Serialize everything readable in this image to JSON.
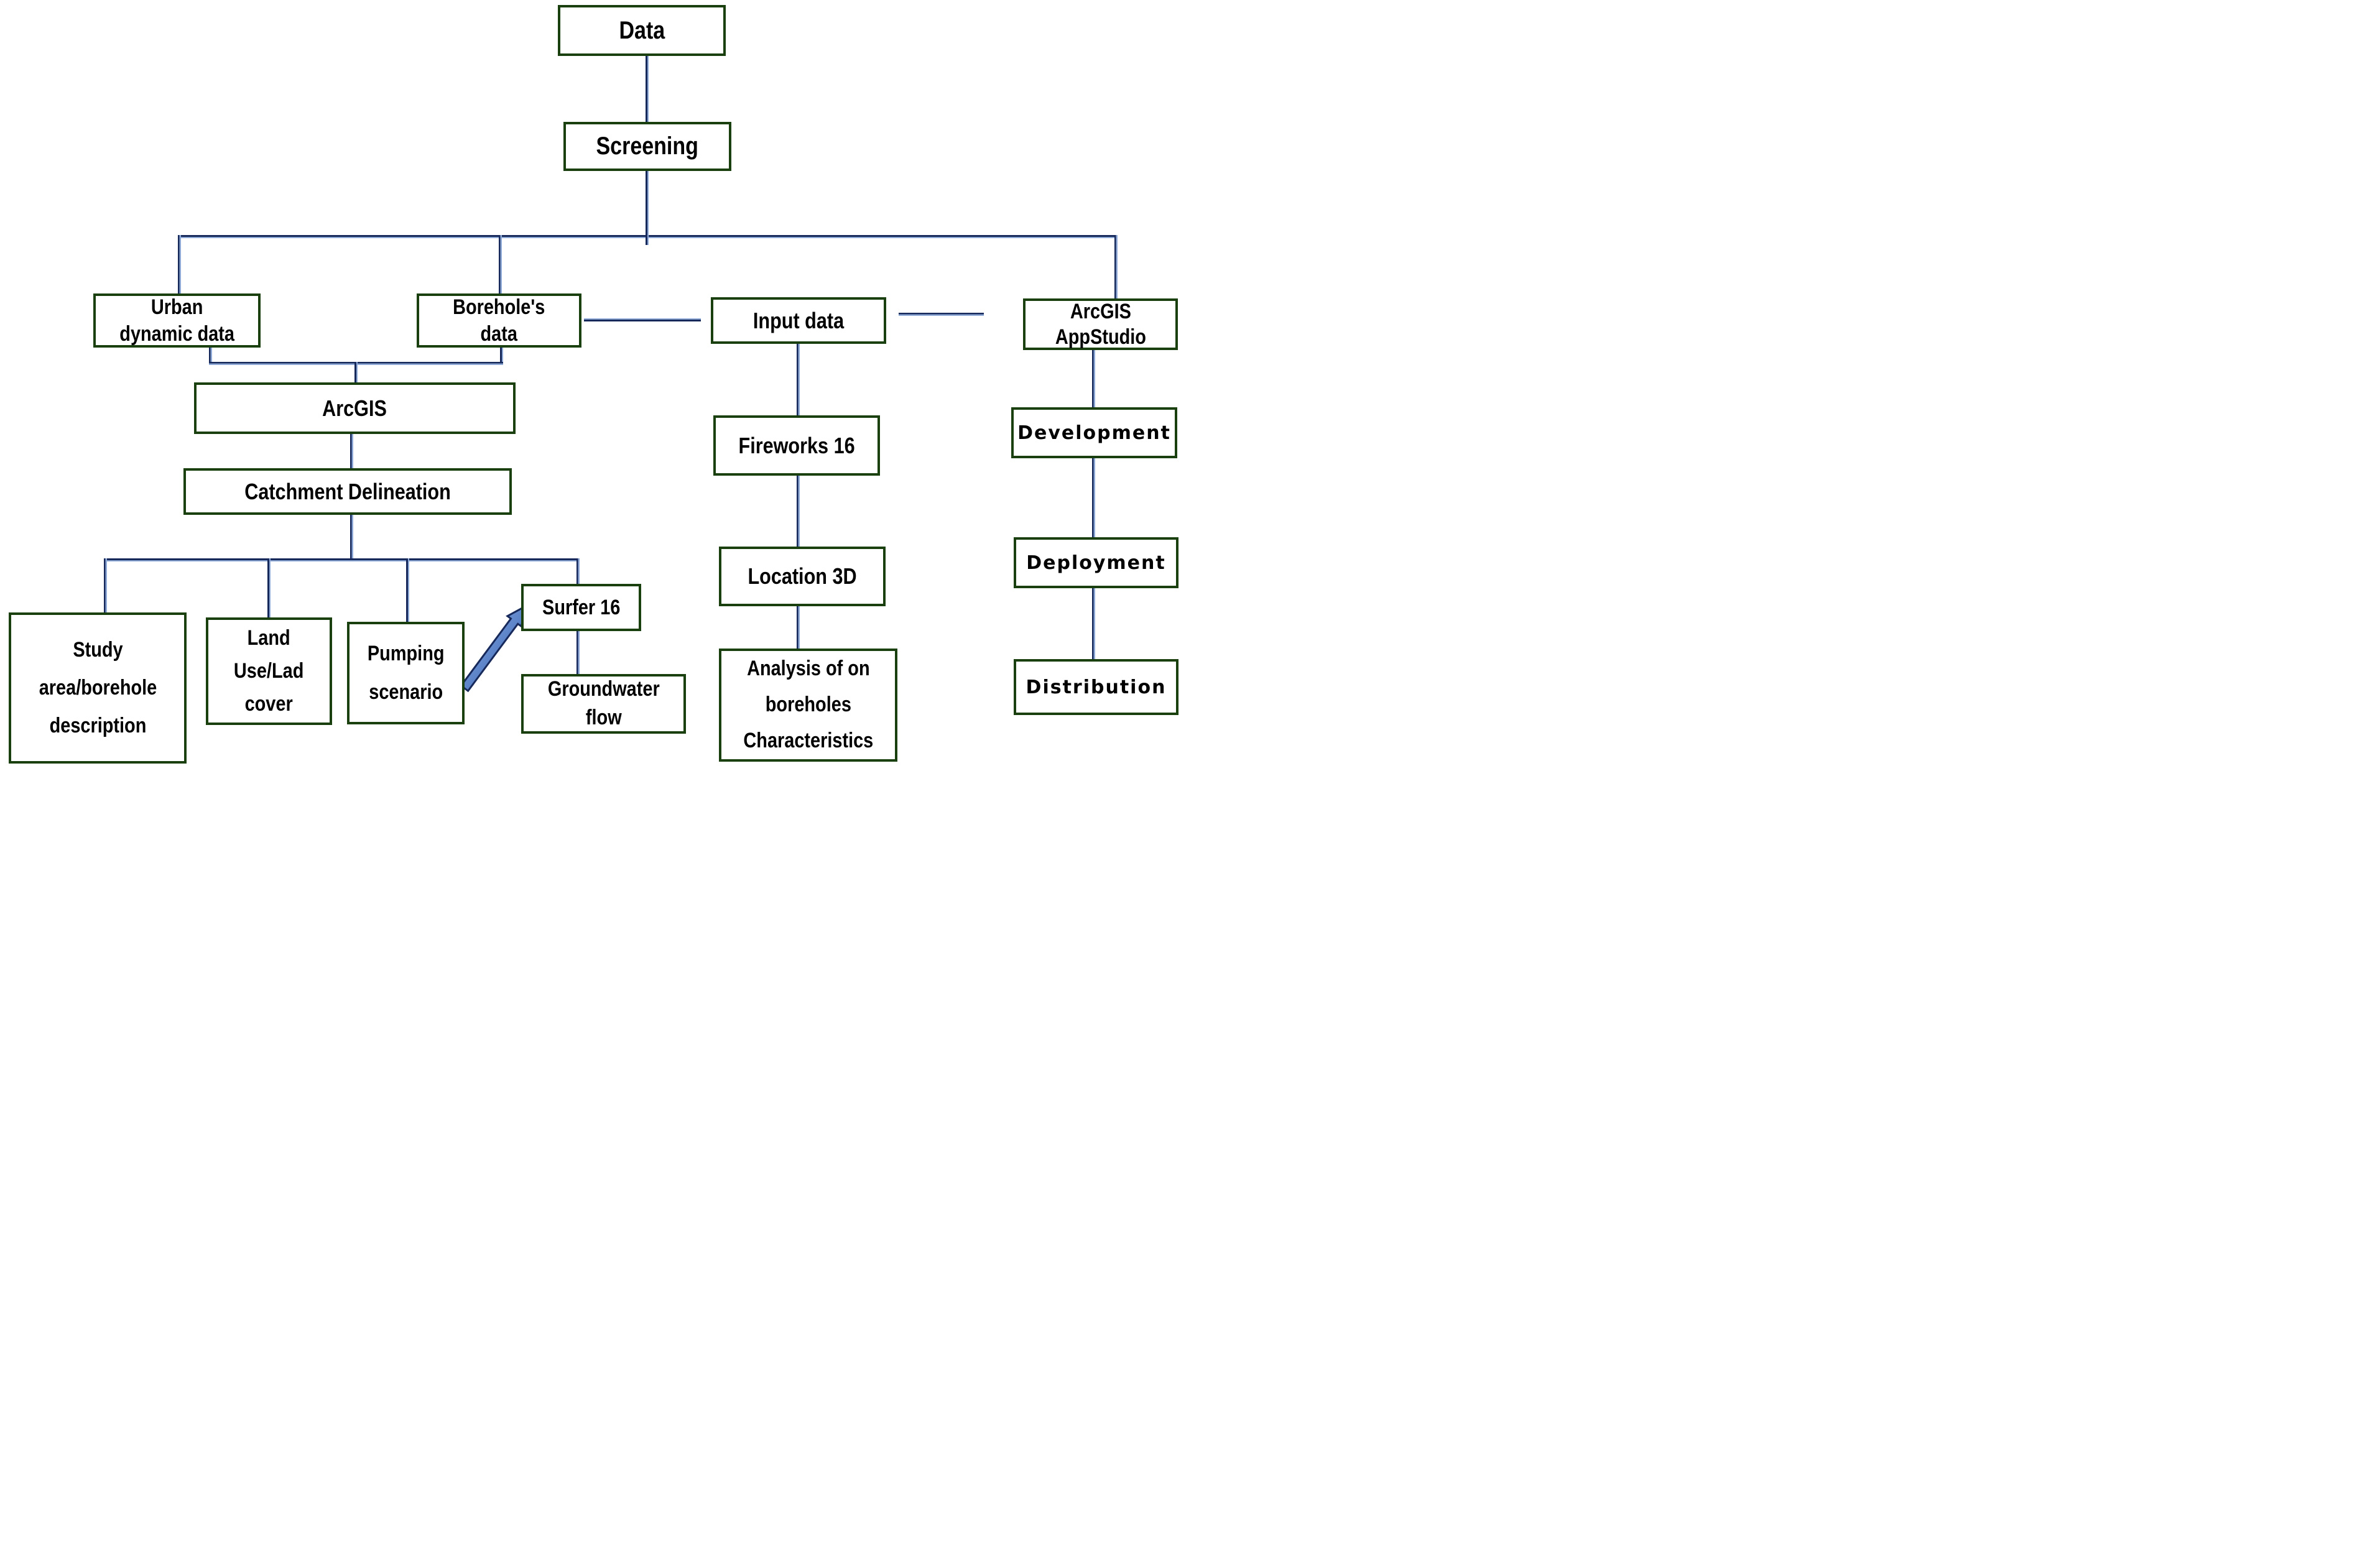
{
  "diagram": {
    "type": "flowchart",
    "nodes": {
      "data": {
        "label": "Data"
      },
      "screening": {
        "label": "Screening"
      },
      "urban": {
        "label": "Urban\ndynamic data"
      },
      "boreholes": {
        "label": "Borehole's\ndata"
      },
      "input": {
        "label": "Input data"
      },
      "appstudio": {
        "label": "ArcGIS\nAppStudio"
      },
      "arcgis": {
        "label": "ArcGIS"
      },
      "catchment": {
        "label": "Catchment Delineation"
      },
      "study": {
        "label": "Study\narea/borehole\ndescription"
      },
      "landuse": {
        "label": "Land\nUse/Lad\ncover"
      },
      "pumping": {
        "label": "Pumping\nscenario"
      },
      "surfer": {
        "label": "Surfer 16"
      },
      "groundwater": {
        "label": "Groundwater\nflow"
      },
      "fireworks": {
        "label": "Fireworks 16"
      },
      "location3d": {
        "label": "Location 3D"
      },
      "analysis": {
        "label": "Analysis of on\nboreholes\nCharacteristics"
      },
      "development": {
        "label": "Development"
      },
      "deployment": {
        "label": "Deployment"
      },
      "distribution": {
        "label": "Distribution"
      }
    },
    "edges": [
      {
        "from": "data",
        "to": "screening",
        "type": "line"
      },
      {
        "from": "screening",
        "to": "urban",
        "type": "line"
      },
      {
        "from": "screening",
        "to": "boreholes",
        "type": "line"
      },
      {
        "from": "screening",
        "to": "appstudio",
        "type": "line"
      },
      {
        "from": "boreholes",
        "to": "input",
        "type": "dash"
      },
      {
        "from": "input",
        "to": "appstudio",
        "type": "dash"
      },
      {
        "from": "urban",
        "to": "arcgis",
        "type": "line"
      },
      {
        "from": "boreholes",
        "to": "arcgis",
        "type": "line"
      },
      {
        "from": "arcgis",
        "to": "catchment",
        "type": "line"
      },
      {
        "from": "catchment",
        "to": "study",
        "type": "line"
      },
      {
        "from": "catchment",
        "to": "landuse",
        "type": "line"
      },
      {
        "from": "catchment",
        "to": "pumping",
        "type": "line"
      },
      {
        "from": "catchment",
        "to": "surfer",
        "type": "line"
      },
      {
        "from": "pumping",
        "to": "surfer",
        "type": "thick-arrow"
      },
      {
        "from": "surfer",
        "to": "groundwater",
        "type": "line"
      },
      {
        "from": "input",
        "to": "fireworks",
        "type": "line"
      },
      {
        "from": "fireworks",
        "to": "location3d",
        "type": "line"
      },
      {
        "from": "location3d",
        "to": "analysis",
        "type": "line"
      },
      {
        "from": "appstudio",
        "to": "development",
        "type": "line"
      },
      {
        "from": "development",
        "to": "deployment",
        "type": "line"
      },
      {
        "from": "deployment",
        "to": "distribution",
        "type": "line"
      }
    ],
    "colors": {
      "box_border": "#1b400f",
      "box_fill": "#ffffff",
      "text": "#000000",
      "line_dark": "#16295a",
      "line_light": "#8ea9d6",
      "arrow_fill_light": "#8fb3e6",
      "arrow_fill_dark": "#2a4a94",
      "arrow_outline": "#16295a"
    }
  }
}
